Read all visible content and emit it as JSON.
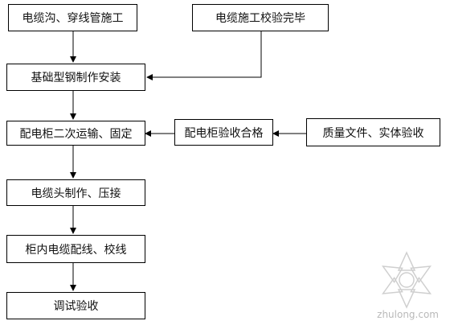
{
  "flowchart": {
    "step_cable_trench": "电缆沟、穿线管施工",
    "step_cable_test": "电缆施工校验完毕",
    "step_base_steel": "基础型钢制作安装",
    "step_cabinet_transport": "配电柜二次运输、固定",
    "step_cabinet_acceptance": "配电柜验收合格",
    "step_quality_docs": "质量文件、实体验收",
    "step_cable_head": "电缆头制作、压接",
    "step_wiring": "柜内电缆配线、校线",
    "step_debug": "调试验收"
  },
  "watermark": {
    "text": "zhulong.com"
  },
  "colors": {
    "line": "#000000",
    "box_border": "#000000",
    "watermark": "#c8c8c8"
  }
}
